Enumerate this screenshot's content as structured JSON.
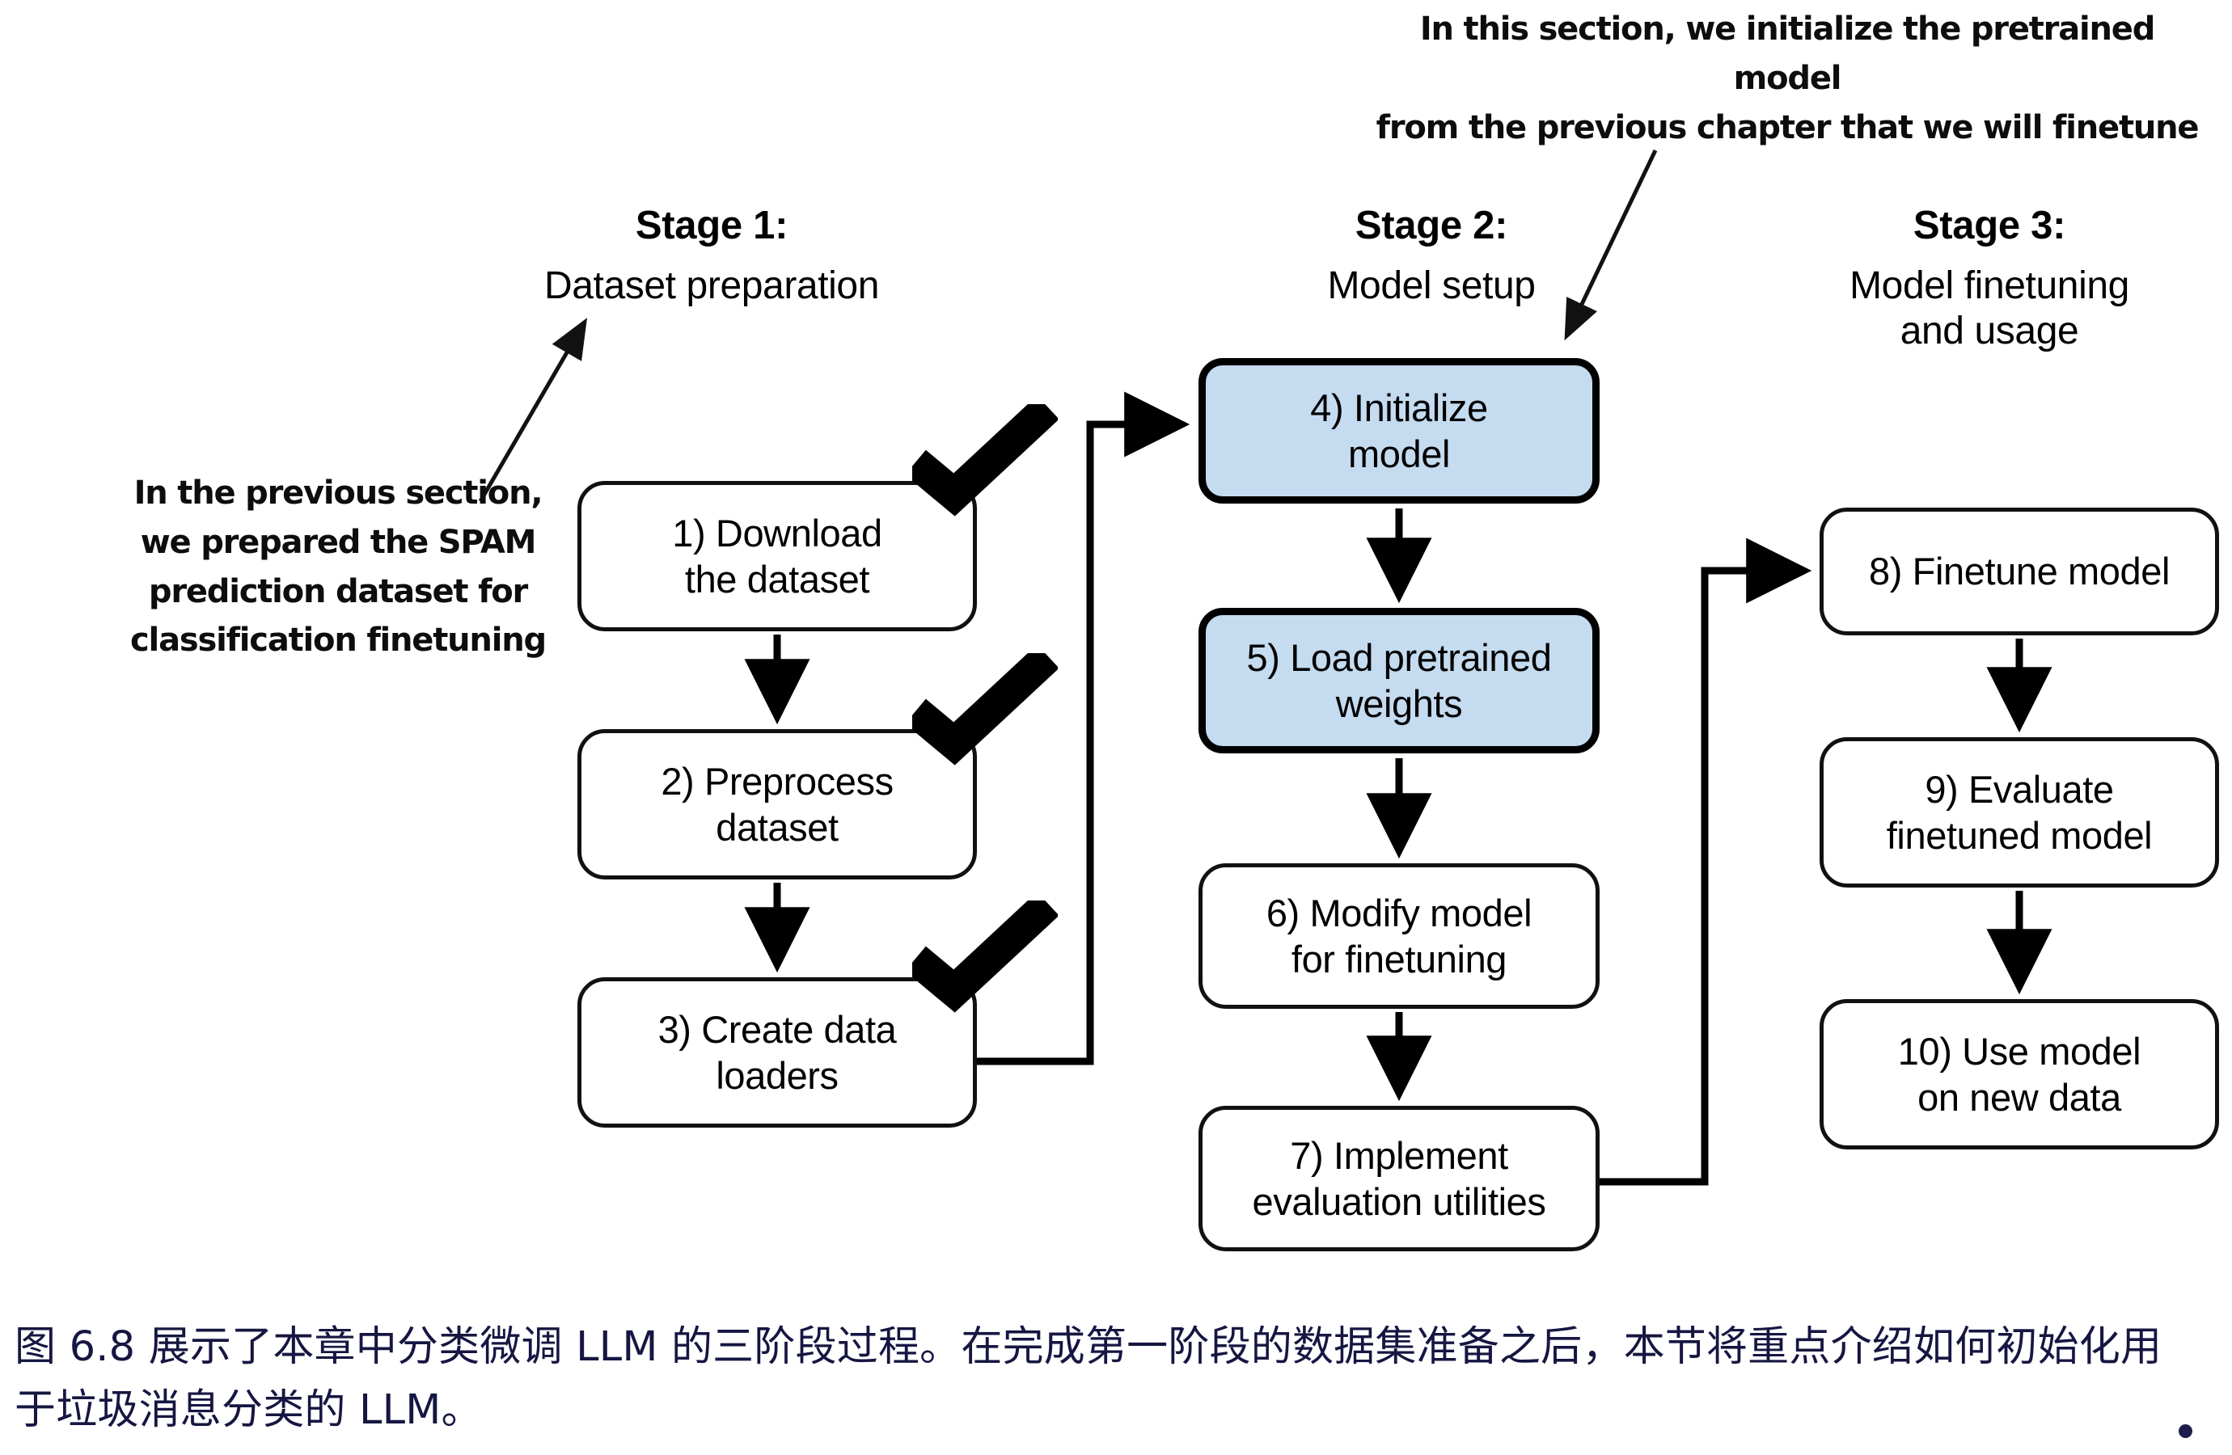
{
  "stages": [
    {
      "title": "Stage 1:",
      "subtitle": "Dataset preparation"
    },
    {
      "title": "Stage 2:",
      "subtitle": "Model setup"
    },
    {
      "title": "Stage 3:",
      "subtitle": "Model finetuning\nand usage"
    }
  ],
  "nodes": {
    "n1": {
      "label": "1) Download\nthe dataset",
      "highlighted": false
    },
    "n2": {
      "label": "2) Preprocess\ndataset",
      "highlighted": false
    },
    "n3": {
      "label": "3) Create data\nloaders",
      "highlighted": false
    },
    "n4": {
      "label": "4) Initialize\nmodel",
      "highlighted": true
    },
    "n5": {
      "label": "5) Load pretrained\nweights",
      "highlighted": true
    },
    "n6": {
      "label": "6) Modify model\nfor finetuning",
      "highlighted": false
    },
    "n7": {
      "label": "7) Implement\nevaluation utilities",
      "highlighted": false
    },
    "n8": {
      "label": "8) Finetune model",
      "highlighted": false
    },
    "n9": {
      "label": "9) Evaluate\nfinetuned model",
      "highlighted": false
    },
    "n10": {
      "label": "10) Use model\non new data",
      "highlighted": false
    }
  },
  "annotations": {
    "previous_section": "In the previous section,\nwe prepared the SPAM\nprediction dataset for\nclassification finetuning",
    "this_section": "In this section, we initialize the pretrained model\nfrom the previous chapter that we will finetune"
  },
  "checkmarks": {
    "count": 3,
    "icon": "checkmark-icon",
    "applies_to": [
      "n1",
      "n2",
      "n3"
    ]
  },
  "caption": {
    "text": "图 6.8 展示了本章中分类微调 LLM 的三阶段过程。在完成第一阶段的数据集准备之后，本节将重点介绍如何初始化用于垃圾消息分类的 LLM。"
  },
  "colors": {
    "highlight_fill": "#c5dbf0",
    "node_border": "#111111",
    "caption_text": "#161642",
    "background": "#ffffff"
  }
}
